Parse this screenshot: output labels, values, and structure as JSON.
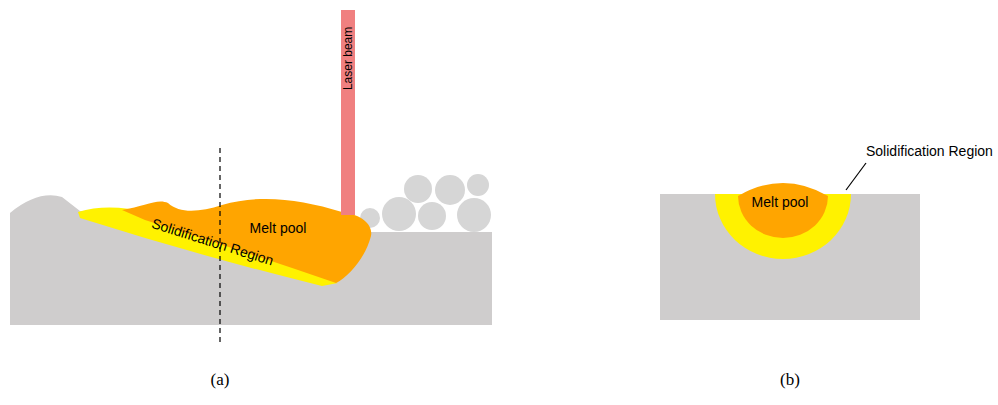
{
  "diagram": {
    "nodes": [
      {
        "text": [
          "Melt pool"
        ]
      },
      {
        "text": [
          "Solidification Region"
        ]
      },
      {
        "text": [
          "Laser beam"
        ]
      },
      {
        "text": [
          "Melt pool"
        ]
      },
      {
        "text": [
          "Solidification Region"
        ]
      }
    ],
    "labels": [
      "(a)",
      "(b)"
    ]
  }
}
